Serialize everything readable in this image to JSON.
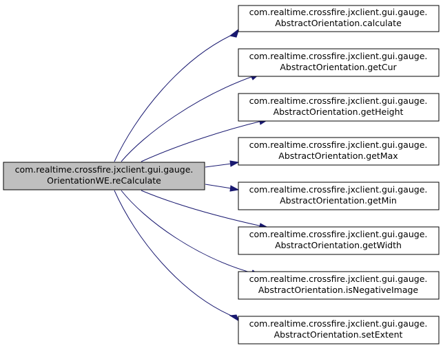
{
  "colors": {
    "source_fill": "#bfbfbf",
    "target_fill": "#ffffff",
    "edge": "#191970",
    "border": "#000000"
  },
  "source": {
    "line1": "com.realtime.crossfire.jxclient.gui.gauge.",
    "line2": "OrientationWE.reCalculate"
  },
  "targets": [
    {
      "line1": "com.realtime.crossfire.jxclient.gui.gauge.",
      "line2": "AbstractOrientation.calculate"
    },
    {
      "line1": "com.realtime.crossfire.jxclient.gui.gauge.",
      "line2": "AbstractOrientation.getCur"
    },
    {
      "line1": "com.realtime.crossfire.jxclient.gui.gauge.",
      "line2": "AbstractOrientation.getHeight"
    },
    {
      "line1": "com.realtime.crossfire.jxclient.gui.gauge.",
      "line2": "AbstractOrientation.getMax"
    },
    {
      "line1": "com.realtime.crossfire.jxclient.gui.gauge.",
      "line2": "AbstractOrientation.getMin"
    },
    {
      "line1": "com.realtime.crossfire.jxclient.gui.gauge.",
      "line2": "AbstractOrientation.getWidth"
    },
    {
      "line1": "com.realtime.crossfire.jxclient.gui.gauge.",
      "line2": "AbstractOrientation.isNegativeImage"
    },
    {
      "line1": "com.realtime.crossfire.jxclient.gui.gauge.",
      "line2": "AbstractOrientation.setExtent"
    }
  ]
}
